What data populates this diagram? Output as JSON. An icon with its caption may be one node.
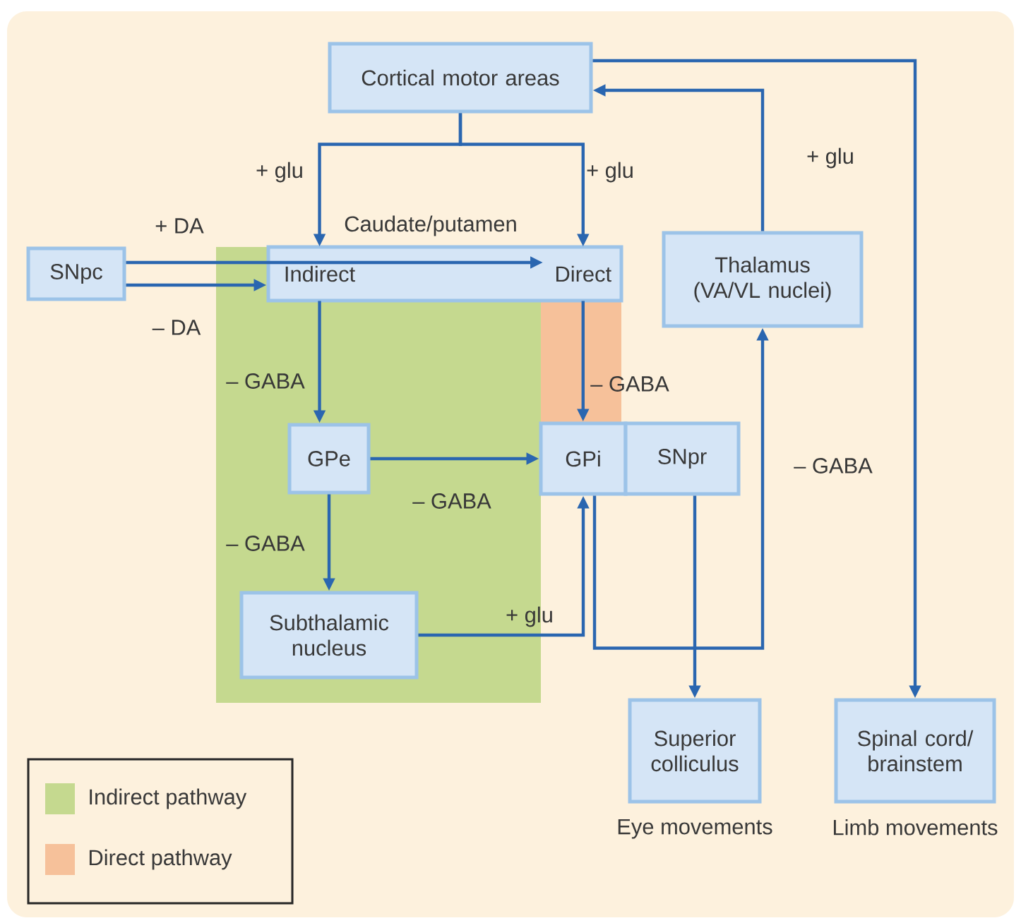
{
  "diagram": {
    "nodes": [
      {
        "text": [
          "Cortical motor areas"
        ]
      },
      {
        "text": [
          "Caudate/putamen"
        ]
      },
      {
        "text": [
          "Indirect"
        ],
        "in": 1
      },
      {
        "text": [
          "Direct"
        ],
        "in": 1
      },
      {
        "text": [
          "SNpc"
        ]
      },
      {
        "text": [
          "Thalamus (VA/VL nuclei)"
        ]
      },
      {
        "text": [
          "GPe"
        ]
      },
      {
        "text": [
          "GPi"
        ]
      },
      {
        "text": [
          "SNpr"
        ]
      },
      {
        "text": [
          "Subthalamic nucleus"
        ]
      },
      {
        "text": [
          "Superior colliculus"
        ],
        "beside": [
          "Eye movements"
        ]
      },
      {
        "text": [
          "Spinal cord/ brainstem"
        ],
        "beside": [
          "Limb movements"
        ]
      }
    ],
    "edges": [
      {
        "from": 0,
        "to": 2,
        "arrow": "to",
        "label": "+ glu"
      },
      {
        "from": 0,
        "to": 3,
        "arrow": "to",
        "label": "+ glu"
      },
      {
        "from": 0,
        "to": 11,
        "arrow": "to"
      },
      {
        "from": 5,
        "to": 0,
        "arrow": "to",
        "label": "+ glu"
      },
      {
        "from": 4,
        "to": 3,
        "arrow": "to",
        "label": "+ DA"
      },
      {
        "from": 4,
        "to": 2,
        "arrow": "to",
        "label": "– DA"
      },
      {
        "from": 2,
        "to": 6,
        "arrow": "to",
        "label": "– GABA"
      },
      {
        "from": 3,
        "to": 7,
        "arrow": "to",
        "label": "– GABA"
      },
      {
        "from": 6,
        "to": 7,
        "arrow": "to",
        "label": "– GABA"
      },
      {
        "from": 6,
        "to": 9,
        "arrow": "to",
        "label": "– GABA"
      },
      {
        "from": 9,
        "to": 7,
        "arrow": "to",
        "label": "+ glu"
      },
      {
        "from": 7,
        "to": 5,
        "arrow": "to",
        "label": "– GABA"
      },
      {
        "from": 8,
        "to": 10,
        "arrow": "to"
      }
    ],
    "legend": [
      {
        "text": "Indirect pathway",
        "color": "#c5d98f"
      },
      {
        "text": "Direct pathway",
        "color": "#f6c19a"
      }
    ]
  }
}
